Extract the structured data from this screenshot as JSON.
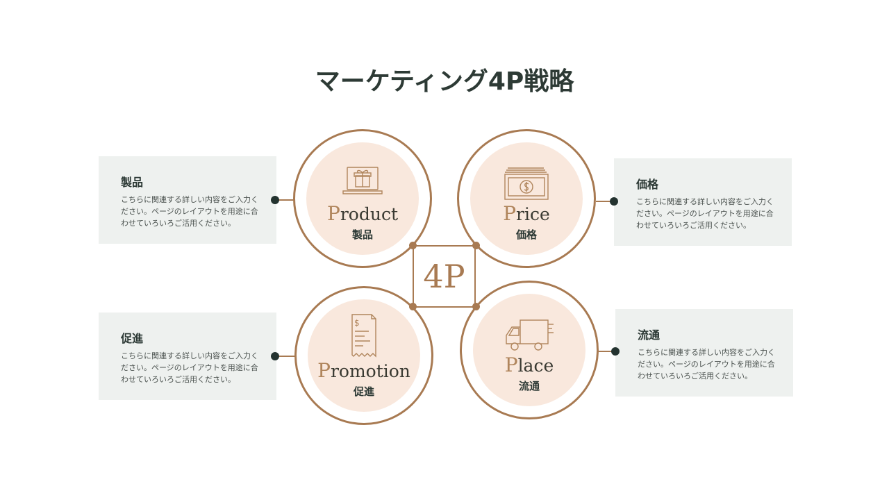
{
  "title": "マーケティング4P戦略",
  "center_label": "4P",
  "accent_color": "#a87a52",
  "fill_color": "#f9e8dd",
  "cards": {
    "product": {
      "title": "製品",
      "body": "こちらに関連する詳しい内容をご入力ください。ページのレイアウトを用途に合わせていろいろご活用ください。"
    },
    "price": {
      "title": "価格",
      "body": "こちらに関連する詳しい内容をご入力ください。ページのレイアウトを用途に合わせていろいろご活用ください。"
    },
    "promotion": {
      "title": "促進",
      "body": "こちらに関連する詳しい内容をご入力ください。ページのレイアウトを用途に合わせていろいろご活用ください。"
    },
    "place": {
      "title": "流通",
      "body": "こちらに関連する詳しい内容をご入力ください。ページのレイアウトを用途に合わせていろいろご活用ください。"
    }
  },
  "circles": {
    "product": {
      "en_first": "P",
      "en_rest": "roduct",
      "jp": "製品",
      "icon": "laptop-gift-icon"
    },
    "price": {
      "en_first": "P",
      "en_rest": "rice",
      "jp": "価格",
      "icon": "banknote-icon"
    },
    "promotion": {
      "en_first": "P",
      "en_rest": "romotion",
      "jp": "促進",
      "icon": "receipt-icon"
    },
    "place": {
      "en_first": "P",
      "en_rest": "lace",
      "jp": "流通",
      "icon": "delivery-truck-icon"
    }
  }
}
